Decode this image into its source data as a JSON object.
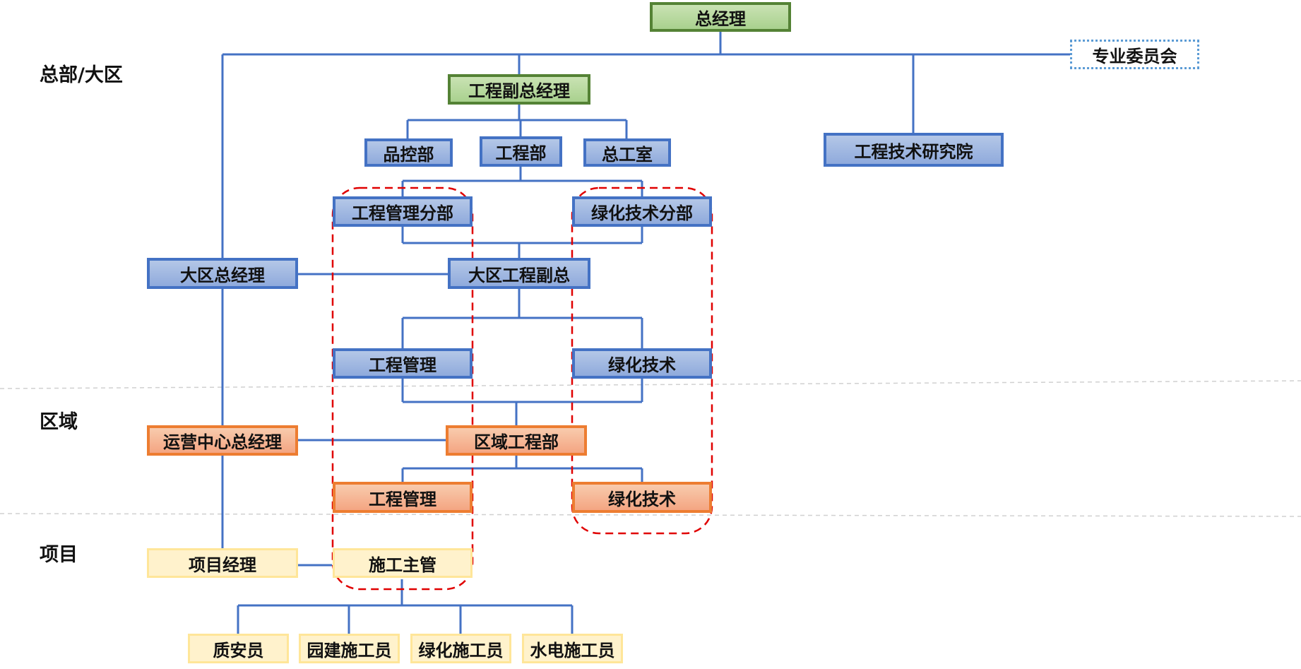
{
  "levels": {
    "hq": "总部/大区",
    "region": "区域",
    "project": "项目"
  },
  "nodes": {
    "general_manager": "总经理",
    "committee": "专业委员会",
    "eng_vice_gm": "工程副总经理",
    "quality_dept": "品控部",
    "eng_dept": "工程部",
    "chief_eng_office": "总工室",
    "eng_tech_institute": "工程技术研究院",
    "eng_mgmt_branch": "工程管理分部",
    "green_tech_branch": "绿化技术分部",
    "area_gm": "大区总经理",
    "area_eng_vp": "大区工程副总",
    "area_eng_mgmt": "工程管理",
    "area_green_tech": "绿化技术",
    "ops_center_gm": "运营中心总经理",
    "region_eng_dept": "区域工程部",
    "region_eng_mgmt": "工程管理",
    "region_green_tech": "绿化技术",
    "project_manager": "项目经理",
    "construction_supervisor": "施工主管",
    "quality_safety_staff": "质安员",
    "landscape_worker": "园建施工员",
    "greening_worker": "绿化施工员",
    "hydro_electric_worker": "水电施工员"
  },
  "colors": {
    "connector": "#4472c4",
    "highlight_dash": "#e00000",
    "level_divider": "#d0d0d0"
  }
}
